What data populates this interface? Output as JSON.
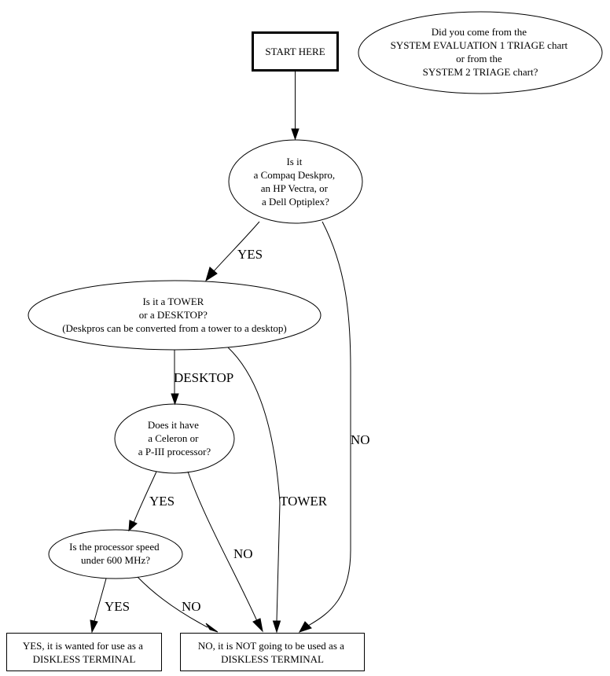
{
  "nodes": {
    "start": {
      "lines": [
        "START HERE"
      ]
    },
    "note": {
      "lines": [
        "Did you come from the",
        "SYSTEM EVALUATION 1 TRIAGE chart",
        "or from the",
        "SYSTEM 2 TRIAGE chart?"
      ]
    },
    "brand": {
      "lines": [
        "Is it",
        "a Compaq Deskpro,",
        "an HP Vectra, or",
        "a Dell Optiplex?"
      ]
    },
    "form_factor": {
      "lines": [
        "Is it a TOWER",
        "or a DESKTOP?",
        "(Deskpros can be converted from a tower to a desktop)"
      ]
    },
    "processor": {
      "lines": [
        "Does it have",
        "a Celeron or",
        "a P-III processor?"
      ]
    },
    "speed": {
      "lines": [
        "Is the processor speed",
        "under 600 MHz?"
      ]
    },
    "result_yes": {
      "lines": [
        "YES, it is wanted for use as a",
        "DISKLESS TERMINAL"
      ]
    },
    "result_no": {
      "lines": [
        "NO, it is NOT going to be used as a",
        "DISKLESS TERMINAL"
      ]
    }
  },
  "edges": {
    "brand_yes": "YES",
    "brand_no": "NO",
    "form_desktop": "DESKTOP",
    "form_tower": "TOWER",
    "proc_yes": "YES",
    "proc_no": "NO",
    "speed_yes": "YES",
    "speed_no": "NO"
  }
}
